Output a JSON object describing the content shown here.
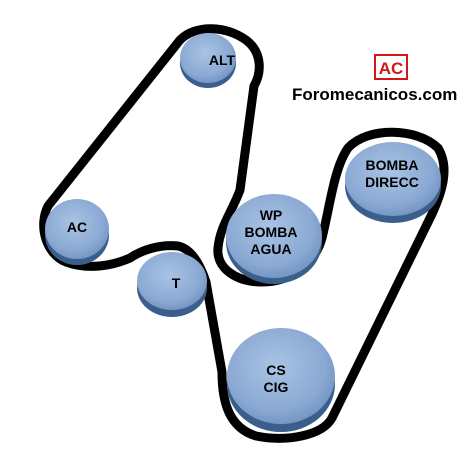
{
  "brand": {
    "badge": "AC",
    "site": "Foromecanicos.com"
  },
  "colors": {
    "pulley_face": "#8faed6",
    "pulley_rim": "#3b5f8d",
    "belt": "#000000",
    "badge_red": "#d01818"
  },
  "pulleys": [
    {
      "id": "alt",
      "lines": [
        "ALT"
      ]
    },
    {
      "id": "bomba-direcc",
      "lines": [
        "BOMBA",
        "DIRECC"
      ]
    },
    {
      "id": "wp",
      "lines": [
        "WP",
        "BOMBA",
        "AGUA"
      ]
    },
    {
      "id": "ac",
      "lines": [
        "AC"
      ]
    },
    {
      "id": "t",
      "lines": [
        "T"
      ]
    },
    {
      "id": "cs",
      "lines": [
        "CS",
        "CIG"
      ]
    }
  ]
}
